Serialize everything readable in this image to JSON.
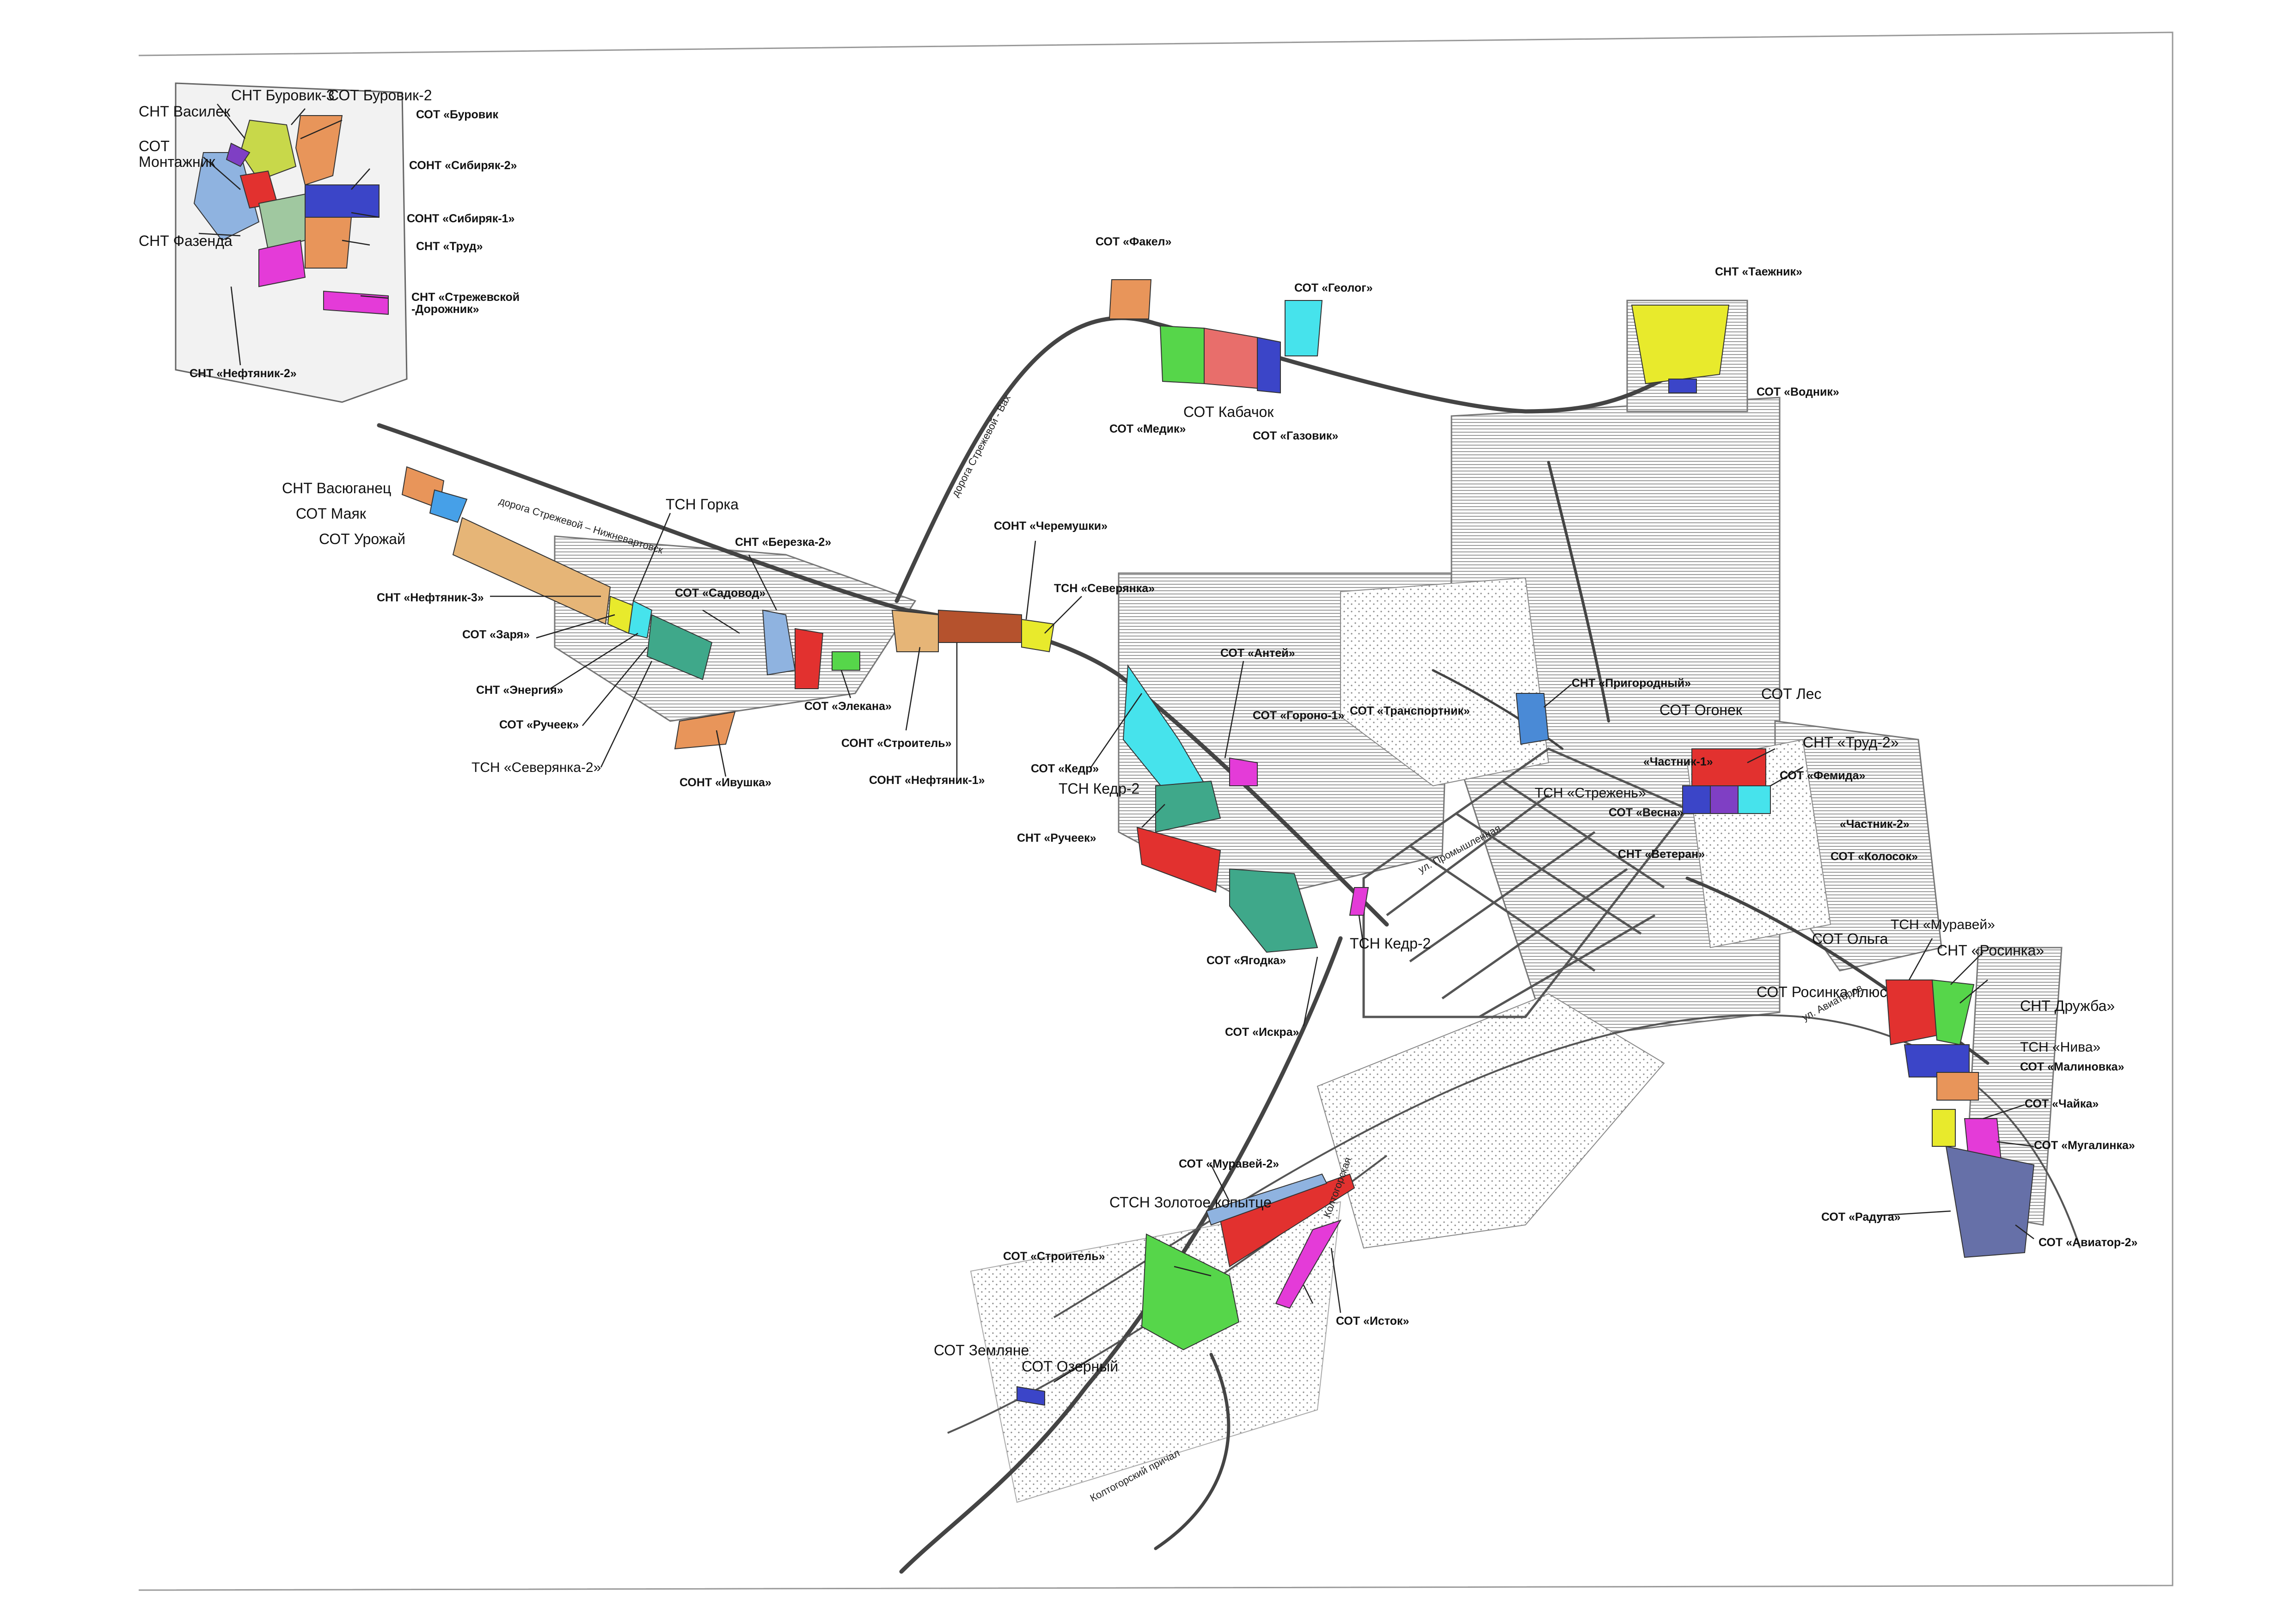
{
  "colors": {
    "orange": "#e8955a",
    "green": "#56d64a",
    "red": "#e2312f",
    "salmon": "#e86e6b",
    "blue": "#3b45c8",
    "lightblue": "#8fb3e0",
    "cyan": "#46e3ec",
    "yellow": "#e8ea2c",
    "yellowgreen": "#c8d84a",
    "magenta": "#e43bd8",
    "teal": "#3fa88a",
    "tan": "#e6b577",
    "brown": "#b5522d",
    "purple": "#7f3fc4",
    "slate": "#6670a8",
    "darkgreen": "#2e8a2e",
    "gray": "#c8c8c8",
    "hatch": "#9a9a9a"
  },
  "roads": {
    "strezhevoy_vakh": "дорога Стрежевой - Вах",
    "strezhevoy_nizhnevartovsk": "дорога Стрежевой – Нижневартовск",
    "aviatorov": "ул. Авиаторов",
    "promyshlennaya": "ул. Промышленная",
    "koltogorskaya": "Колтогорская",
    "koltogorsky_prichal": "Колтогорский причал"
  },
  "labels": {
    "snt_vasilek": "СНТ Василек",
    "snt_burovik3": "СНТ Буровик-3",
    "sot_burovik2": "СОТ Буровик-2",
    "sot_montazhnik": "СОТ\nМонтажник",
    "sot_burovik": "СОТ «Буровик",
    "sont_sibiryak2": "СОНТ «Сибиряк-2»",
    "sont_sibiryak1": "СОНТ «Сибиряк-1»",
    "snt_fazenda": "СНТ Фазенда",
    "snt_trud": "СНТ «Труд»",
    "snt_strezh_dor": "СНТ «Стрежевской\n-Дорожник»",
    "snt_neftyanik2": "СНТ «Нефтяник-2»",
    "sot_fakel": "СОТ «Факел»",
    "sot_geolog": "СОТ «Геолог»",
    "sot_kabachok": "СОТ Кабачок",
    "sot_medik": "СОТ «Медик»",
    "sot_gazovik": "СОТ «Газовик»",
    "snt_taezhnik": "СНТ «Таежник»",
    "sot_vodnik": "СОТ «Водник»",
    "snt_vasyuganec": "СНТ Васюганец",
    "sot_mayak": "СОТ Маяк",
    "sot_urozhay": "СОТ Урожай",
    "tsn_gorka": "ТСН Горка",
    "snt_berezka2": "СНТ «Березка-2»",
    "snt_neftyanik3": "СНТ «Нефтяник-3»",
    "sot_sadovod": "СОТ «Садовод»",
    "sot_zarya": "СОТ «Заря»",
    "snt_energiya": "СНТ «Энергия»",
    "sot_ruchek_w": "СОТ «Ручеек»",
    "tsn_severyanka2": "ТСН  «Северянка-2»",
    "sont_ivushka": "СОНТ «Ивушка»",
    "sot_elekana": "СОТ «Элекана»",
    "sont_stroitel": "СОНТ «Строитель»",
    "sont_neftyanik1": "СОНТ «Нефтяник-1»",
    "sont_cheremushki": "СОНТ «Черемушки»",
    "tsn_severyanka": "ТСН «Северянка»",
    "sot_antey": "СОТ «Антей»",
    "sot_gorono1": "СОТ «Гороно-1»",
    "sot_kedr": "СОТ «Кедр»",
    "tsn_kedr2_a": "ТСН Кедр-2",
    "snt_ruchek": "СНТ «Ручеек»",
    "sot_yagodka": "СОТ «Ягодка»",
    "tsn_kedr2_b": "ТСН Кедр-2",
    "sot_iskra": "СОТ «Искра»",
    "snt_prigorodny": "СНТ «Пригородный»",
    "sot_transportnik": "СОТ «Транспортник»",
    "sot_les": "СОТ Лес",
    "sot_ogonek": "СОТ Огонек",
    "snt_trud2": "СНТ «Труд-2»",
    "snt_chastnik1": "«Частник-1»",
    "sot_femida": "СОТ «Фемида»",
    "tsn_strezhen": "ТСН «Стрежень»",
    "sot_vesna": "СОТ «Весна»",
    "snt_chastnik2": "«Частник-2»",
    "snt_veteran": "СНТ «Ветеран»",
    "sot_kolosok": "СОТ «Колосок»",
    "sot_olga": "СОТ Ольга",
    "tsn_muravey": "ТСН «Муравей»",
    "snt_rosinka": "СНТ «Росинка»",
    "sot_rosinka_plus": "СОТ Росинка плюс",
    "snt_druzhba": "СНТ Дружба»",
    "tsn_niva": "ТСН «Нива»",
    "sot_malinovka": "СОТ «Малиновка»",
    "sot_chayka": "СОТ «Чайка»",
    "sot_mugalinka": "СОТ «Мугалинка»",
    "sot_raduga": "СОТ «Радуга»",
    "sot_aviator2": "СОТ «Авиатор-2»",
    "sot_muravey2": "СОТ «Муравей-2»",
    "stsn_zolotoe": "СТСН Золотое копытце",
    "sot_stroitel": "СОТ «Строитель»",
    "sot_istok": "СОТ «Исток»",
    "sot_zemlyane": "СОТ Земляне",
    "sot_ozerny": "СОТ Озерный"
  }
}
